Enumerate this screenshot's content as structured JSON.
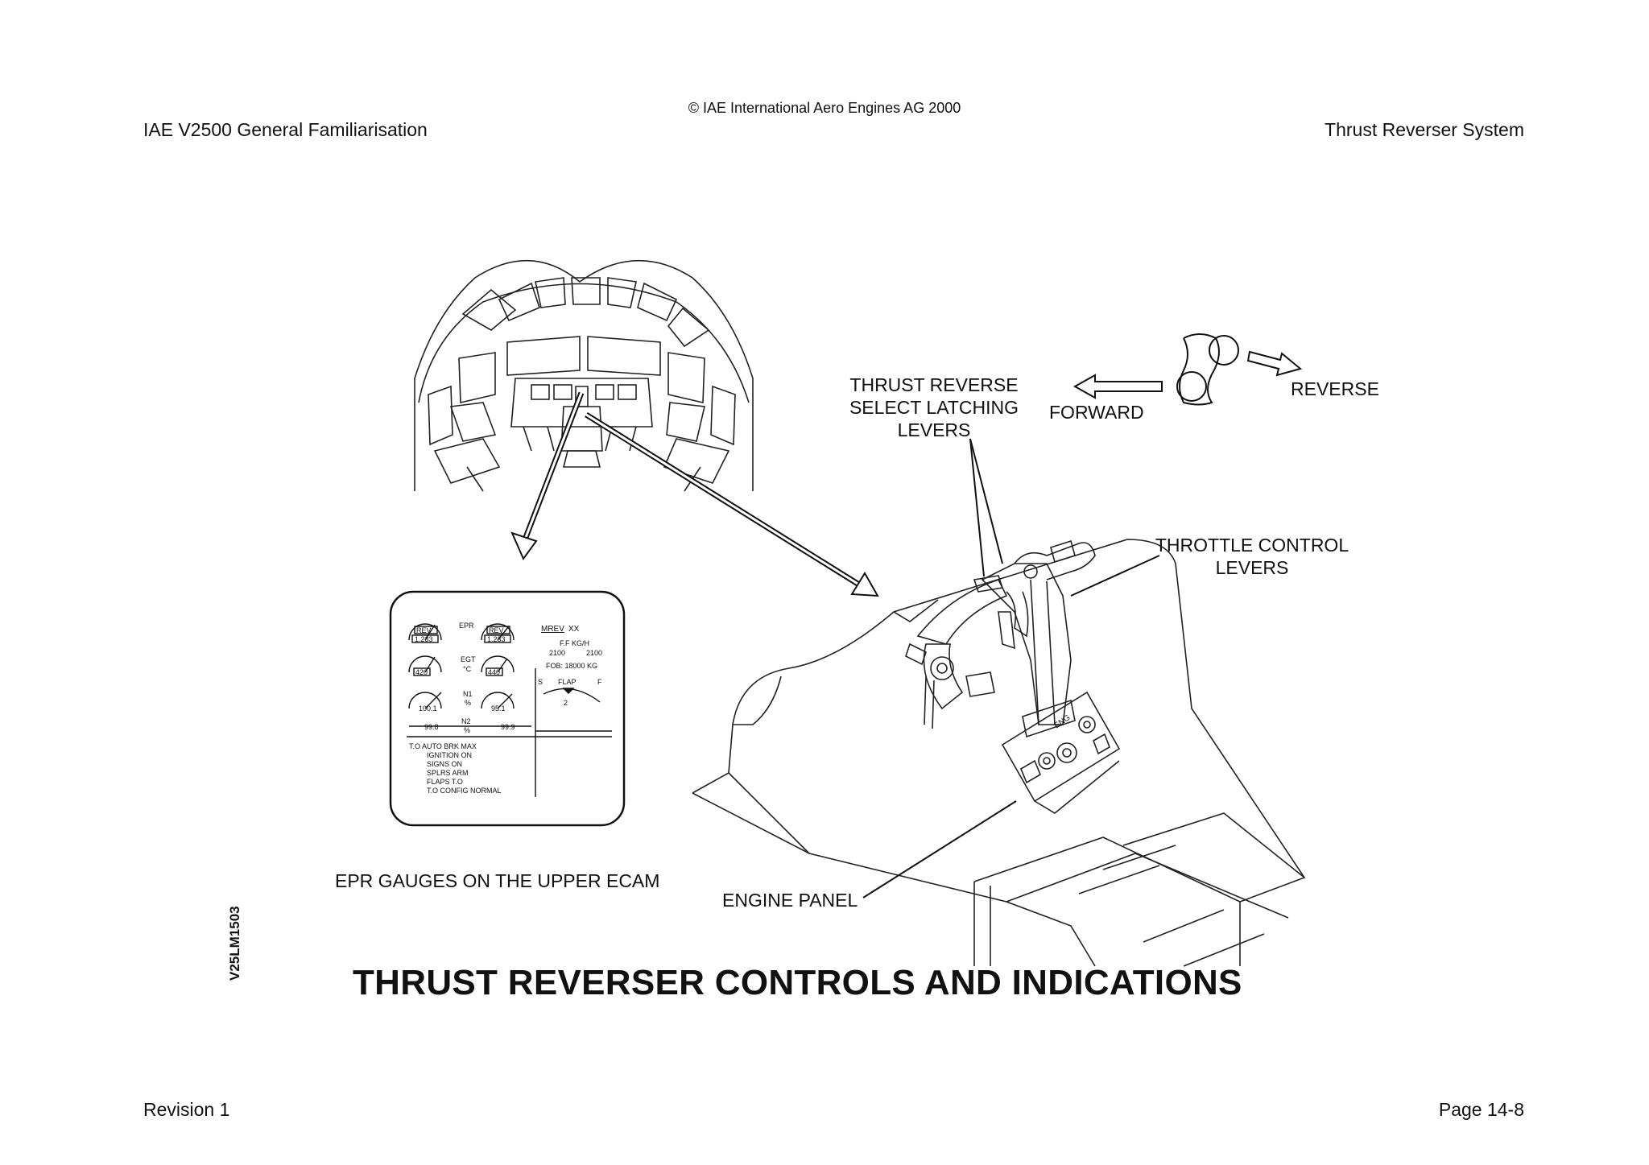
{
  "header": {
    "copyright": "© IAE International Aero Engines AG 2000",
    "doc_title": "IAE V2500 General Familiarisation",
    "section_title": "Thrust Reverser System"
  },
  "labels": {
    "thrust_reverse_line1": "THRUST REVERSE",
    "thrust_reverse_line2": "SELECT LATCHING",
    "thrust_reverse_line3": "LEVERS",
    "forward": "FORWARD",
    "reverse": "REVERSE",
    "throttle_line1": "THROTTLE CONTROL",
    "throttle_line2": "LEVERS",
    "epr_caption": "EPR GAUGES ON THE UPPER ECAM",
    "engine_panel": "ENGINE PANEL"
  },
  "ecam": {
    "rev_left": "REV",
    "rev_right": "REV",
    "epr_left_value": "1.233",
    "epr_right_value": "1.233",
    "epr_label": "EPR",
    "egt_label": "EGT",
    "egt_unit": "°C",
    "egt_left_value": "420",
    "egt_right_value": "440",
    "n1_label": "N1",
    "n1_unit": "%",
    "n1_left_value": "100.1",
    "n1_right_value": "95.1",
    "n2_label": "N2",
    "n2_unit": "%",
    "n2_left_value": "99.8",
    "n2_right_value": "99.9",
    "mrev": "MREV",
    "mrev_value": "XX",
    "ff_label": "F.F KG/H",
    "ff_left": "2100",
    "ff_right": "2100",
    "fob": "FOB: 18000 KG",
    "flap_s": "S",
    "flap_label": "FLAP",
    "flap_f": "F",
    "flap_value": "2",
    "memo": [
      "T.O AUTO BRK MAX",
      "IGNITION ON",
      "SIGNS ON",
      "SPLRS ARM",
      "FLAPS T.O",
      "T.O CONFIG NORMAL"
    ],
    "engine_panel_eng": "ENG"
  },
  "figure": {
    "code": "V25LM1503",
    "title": "THRUST REVERSER CONTROLS AND INDICATIONS"
  },
  "footer": {
    "revision": "Revision 1",
    "page": "Page 14-8"
  }
}
